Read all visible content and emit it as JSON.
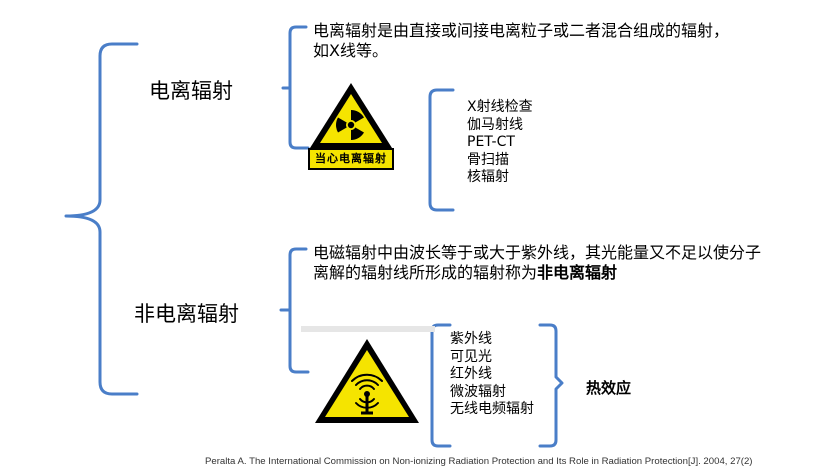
{
  "ionizing": {
    "title": "电离辐射",
    "description": "电离辐射是由直接或间接电离粒子或二者混合组成的辐射，如X线等。",
    "sign_label": "当心电离辐射",
    "examples": [
      "X射线检查",
      "伽马射线",
      "PET-CT",
      "骨扫描",
      "核辐射"
    ]
  },
  "non_ionizing": {
    "title": "非电离辐射",
    "description_prefix": "电磁辐射中由波长等于或大于紫外线，其光能量又不足以使分子离解的辐射线所形成的辐射称为",
    "description_bold": "非电离辐射",
    "examples": [
      "紫外线",
      "可见光",
      "红外线",
      "微波辐射",
      "无线电频辐射"
    ],
    "effect": "热效应"
  },
  "citation": "Peralta A. The International Commission on Non-ionizing Radiation Protection and Its Role in Radiation Protection[J]. 2004, 27(2)",
  "colors": {
    "bracket": "#4a7ec8",
    "sign_yellow": "#f5e400"
  }
}
